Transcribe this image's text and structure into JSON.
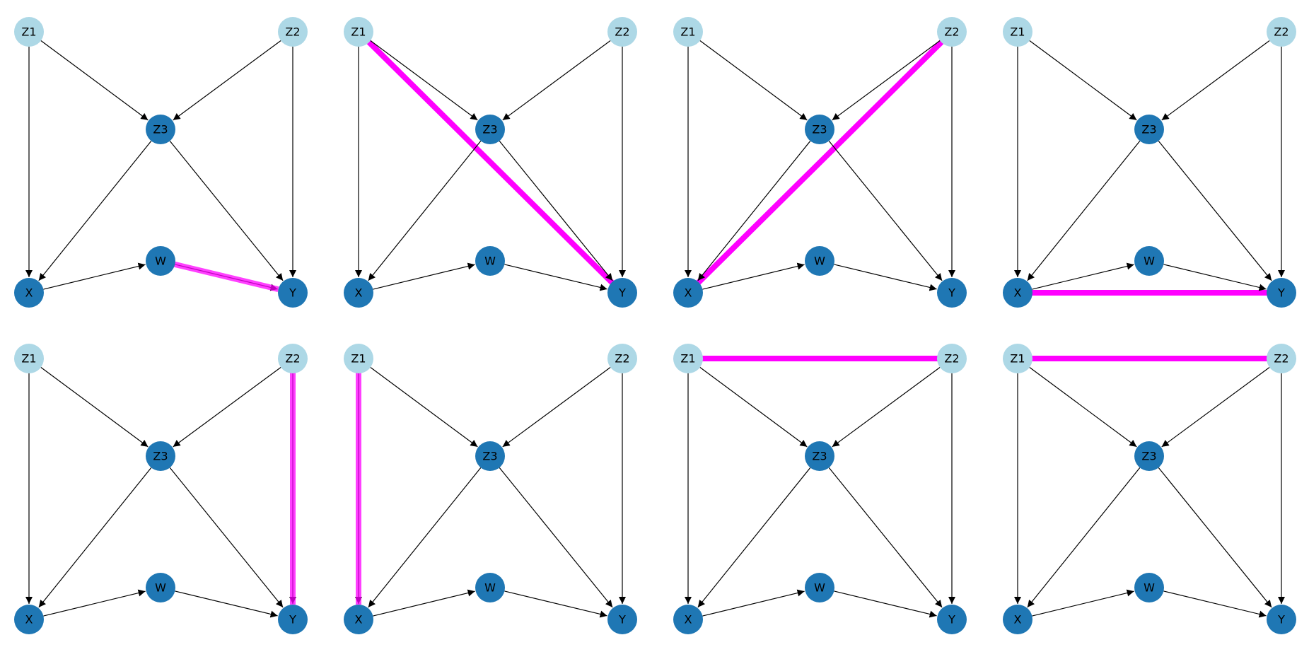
{
  "colors": {
    "observed_node": "#1f77b4",
    "exogenous_node": "#add8e6",
    "edge": "#000000",
    "highlight": "#ff00ff",
    "label": "#000000",
    "background": "#ffffff"
  },
  "graph": {
    "nodes": [
      {
        "id": "Z1",
        "label": "Z1",
        "kind": "exogenous"
      },
      {
        "id": "Z2",
        "label": "Z2",
        "kind": "exogenous"
      },
      {
        "id": "Z3",
        "label": "Z3",
        "kind": "observed"
      },
      {
        "id": "W",
        "label": "W",
        "kind": "observed"
      },
      {
        "id": "X",
        "label": "X",
        "kind": "observed"
      },
      {
        "id": "Y",
        "label": "Y",
        "kind": "observed"
      }
    ],
    "edges": [
      {
        "from": "Z1",
        "to": "Z3"
      },
      {
        "from": "Z1",
        "to": "X"
      },
      {
        "from": "Z2",
        "to": "Z3"
      },
      {
        "from": "Z2",
        "to": "Y"
      },
      {
        "from": "Z3",
        "to": "X"
      },
      {
        "from": "Z3",
        "to": "Y"
      },
      {
        "from": "X",
        "to": "W"
      },
      {
        "from": "W",
        "to": "Y"
      }
    ]
  },
  "panels": [
    {
      "highlight": {
        "from": "W",
        "to": "Y",
        "style": "overlay"
      }
    },
    {
      "highlight": {
        "from": "Z1",
        "to": "Y",
        "style": "line"
      }
    },
    {
      "highlight": {
        "from": "Z2",
        "to": "X",
        "style": "line"
      }
    },
    {
      "highlight": {
        "from": "X",
        "to": "Y",
        "style": "line"
      }
    },
    {
      "highlight": {
        "from": "Z2",
        "to": "Y",
        "style": "overlay"
      }
    },
    {
      "highlight": {
        "from": "Z1",
        "to": "X",
        "style": "overlay"
      }
    },
    {
      "highlight": {
        "from": "Z1",
        "to": "Z2",
        "style": "line"
      }
    },
    {
      "highlight": {
        "from": "Z1",
        "to": "Z2",
        "style": "line"
      }
    }
  ]
}
